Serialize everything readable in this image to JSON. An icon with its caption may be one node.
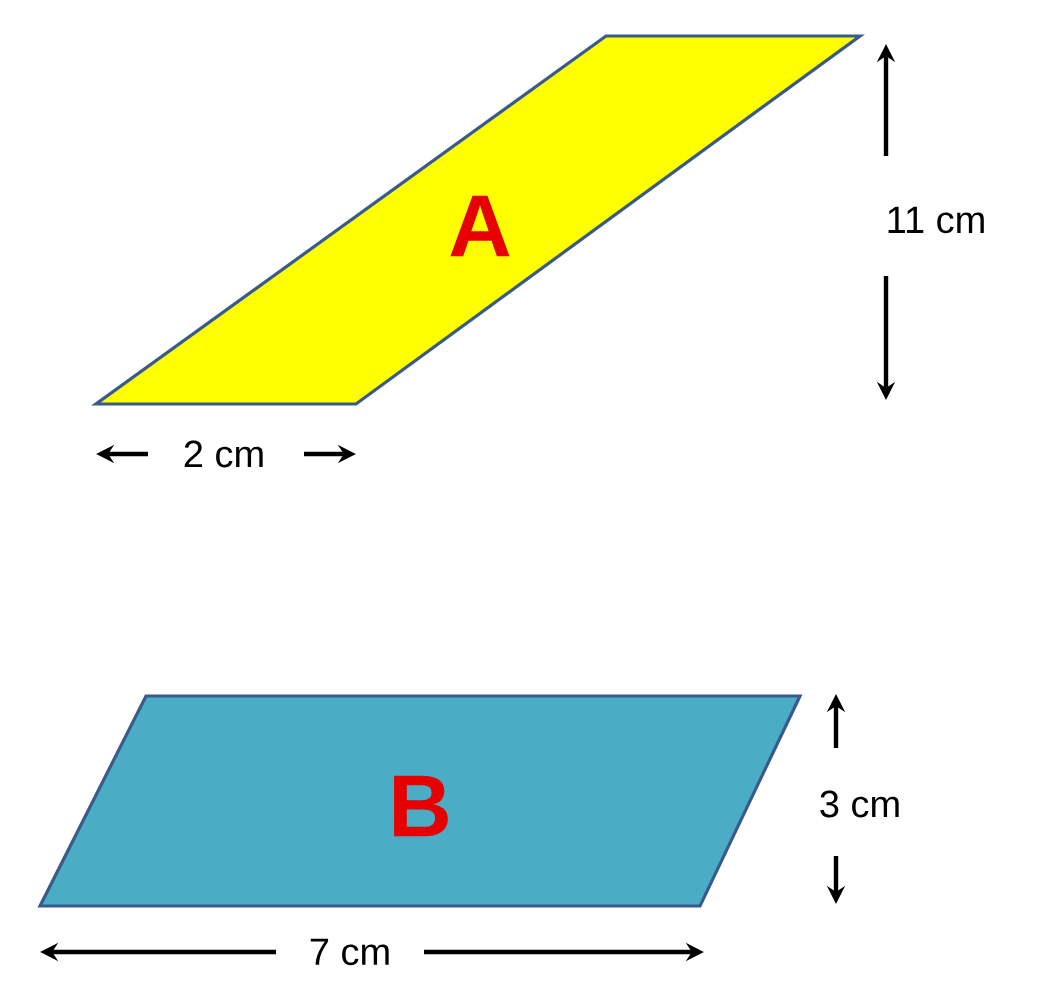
{
  "diagram": {
    "nodes": [
      {
        "text": [
          "A"
        ]
      },
      {
        "text": [
          "B"
        ]
      }
    ],
    "labels": [
      "11 cm",
      "2 cm",
      "3 cm",
      "7 cm"
    ]
  }
}
